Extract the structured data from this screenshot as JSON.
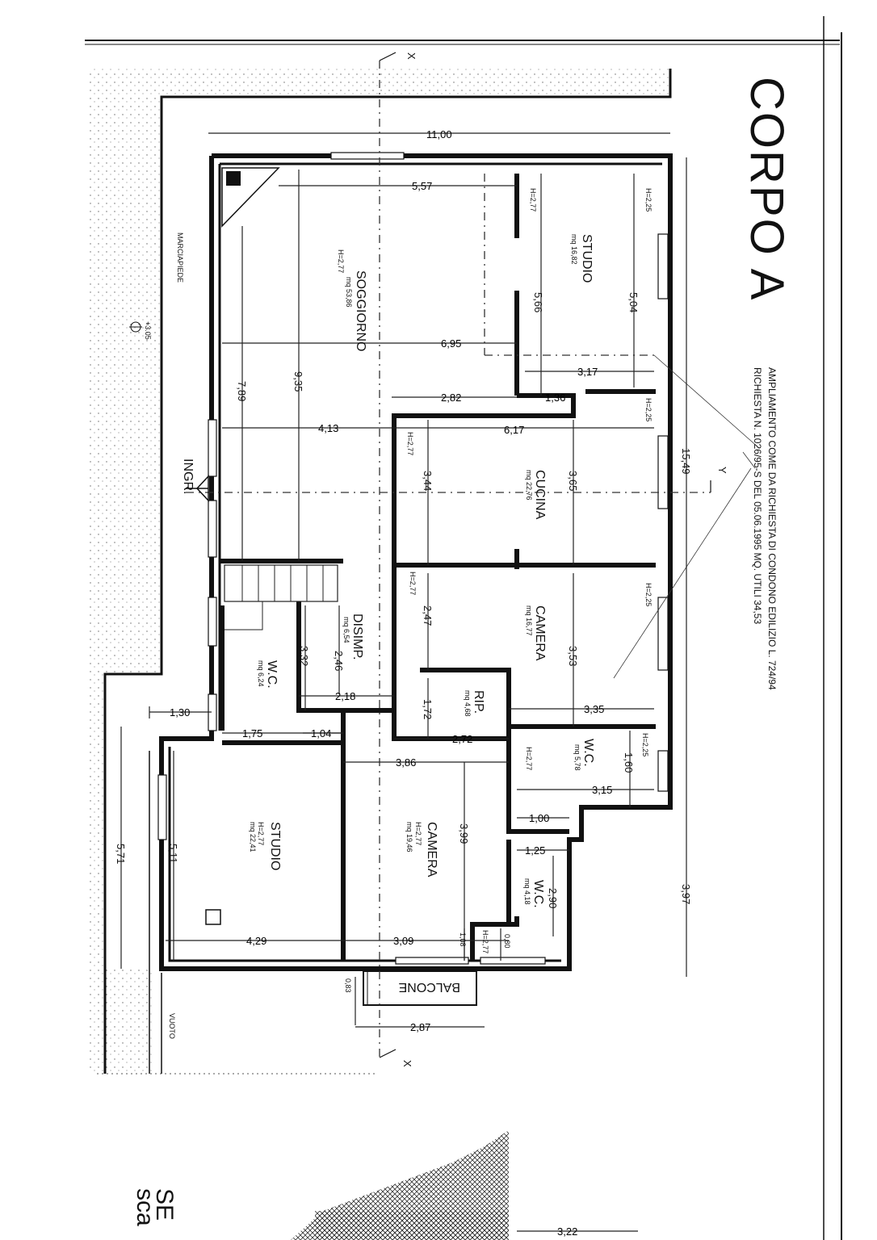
{
  "title": "CORPO A",
  "notes": {
    "line1": "AMPLIAMENTO COME DA RICHIESTA DI CONDONO EDILIZIO L. 724/94",
    "line2": "RICHIESTA N. 1026/95-S DEL 05.06.1995 MQ. UTILI 34,53"
  },
  "labels": {
    "marciapiede": "MARCIAPIEDE",
    "vuoto": "VUOTO",
    "ingr": "INGR.",
    "balcone": "BALCONE",
    "section_x": "X",
    "section_y": "Y",
    "spot_level": "+3.05",
    "bottom_text_1": "SE",
    "bottom_text_2": "sca"
  },
  "rooms": [
    {
      "name": "SOGGIORNO",
      "area": "mq 53,86",
      "height": "H=2,77"
    },
    {
      "name": "STUDIO",
      "area": "mq 16,82",
      "height": ""
    },
    {
      "name": "CUCINA",
      "area": "mq 22,76",
      "height": ""
    },
    {
      "name": "CAMERA",
      "area": "mq 16,77",
      "height": ""
    },
    {
      "name": "DISIMP.",
      "area": "mq 6,54",
      "height": ""
    },
    {
      "name": "W.C.",
      "area": "mq 6,24",
      "height": ""
    },
    {
      "name": "RIP.",
      "area": "mq 4,68",
      "height": ""
    },
    {
      "name": "W.C.",
      "area": "mq 5,78",
      "height": ""
    },
    {
      "name": "STUDIO",
      "area": "mq 22,41",
      "height": "H=2,77"
    },
    {
      "name": "CAMERA",
      "area": "mq 19,46",
      "height": "H=2,77"
    },
    {
      "name": "W.C.",
      "area": "mq 4,18",
      "height": ""
    }
  ],
  "heights": [
    "H=2,77",
    "H=2,25",
    "H=2,77",
    "H=2,25",
    "H=2,77",
    "H=2,25",
    "H=2,25",
    "H=2,77",
    "H=2,77"
  ],
  "dimensions": [
    "11,00",
    "5,57",
    "5,66",
    "5,04",
    "6,95",
    "9,35",
    "7,89",
    "3,17",
    "2,82",
    "1,36",
    "4,13",
    "6,17",
    "15,49",
    "3,44",
    "3,65",
    "2,47",
    "3,53",
    "3,32",
    "2,46",
    "2,18",
    "1,72",
    "3,35",
    "1,30",
    "1,75",
    "1,04",
    "2,72",
    "1,60",
    "3,86",
    "3,15",
    "1,00",
    "1,25",
    "3,99",
    "5,11",
    "5,71",
    "2,90",
    "3,97",
    "4,29",
    "3,09",
    "1,08",
    "0,80",
    "0,83",
    "2,87",
    "3,22"
  ]
}
